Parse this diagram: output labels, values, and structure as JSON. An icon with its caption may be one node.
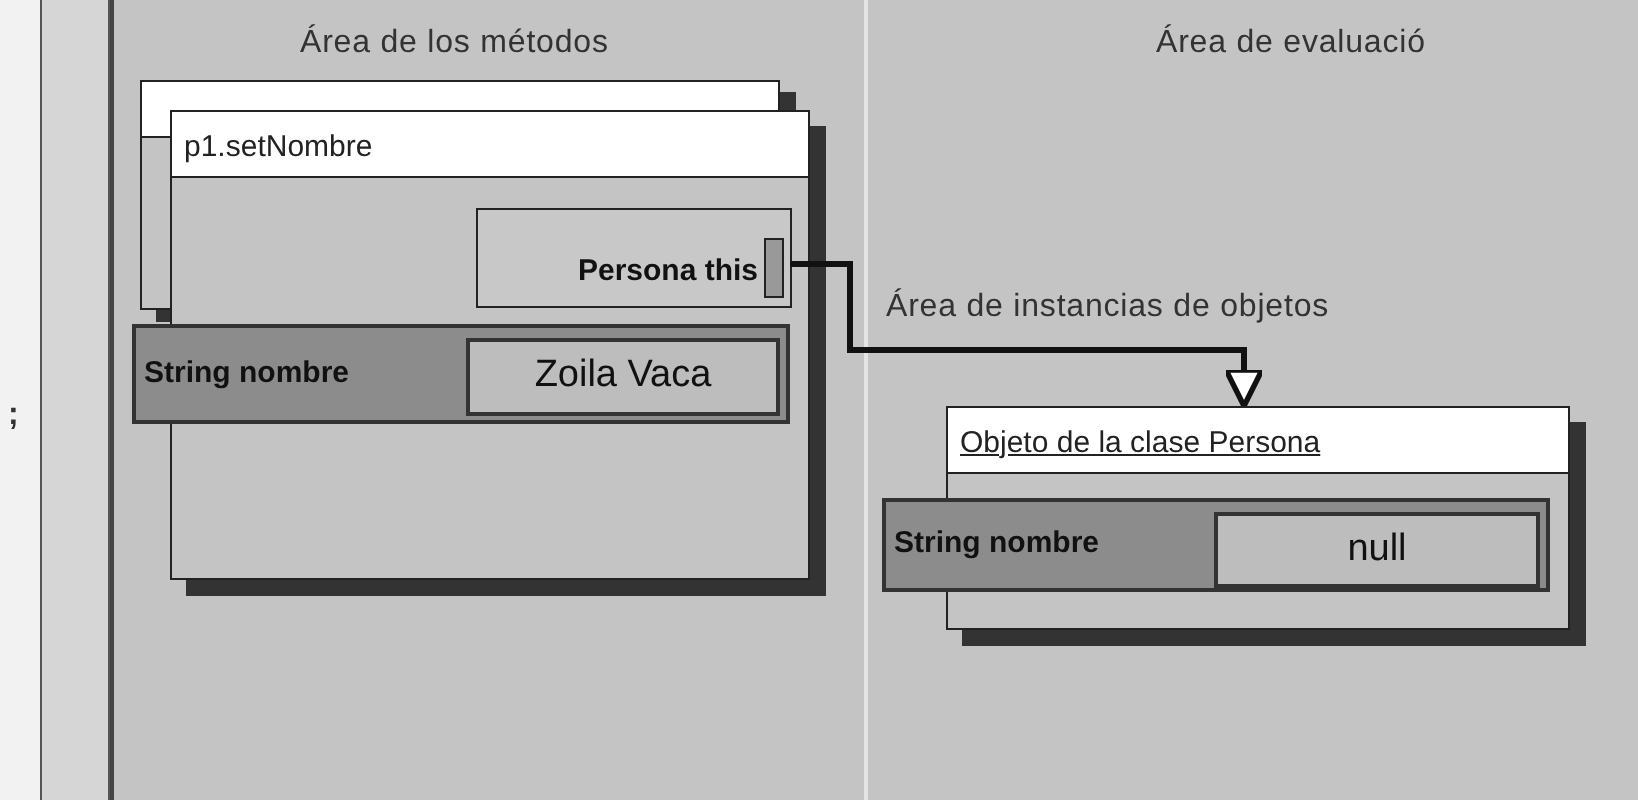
{
  "diagram": {
    "nodes": [
      {
        "text": [
          "p1.setNombre"
        ]
      },
      {
        "text": [
          "Persona this"
        ],
        "in": 0
      },
      {
        "text": [
          "String nombre"
        ]
      },
      {
        "text": [
          "Zoila Vaca"
        ],
        "in": 2
      },
      {
        "text": [
          "Objeto de la clase Persona"
        ]
      },
      {
        "text": [
          "String nombre"
        ]
      },
      {
        "text": [
          "null"
        ],
        "in": 5
      }
    ],
    "edges": [
      {
        "from": 1,
        "to": 4,
        "arrow": "to"
      }
    ],
    "labels": [
      "Área de los métodos",
      "Área de evaluació",
      "Área de instancias de objetos",
      ";"
    ]
  }
}
